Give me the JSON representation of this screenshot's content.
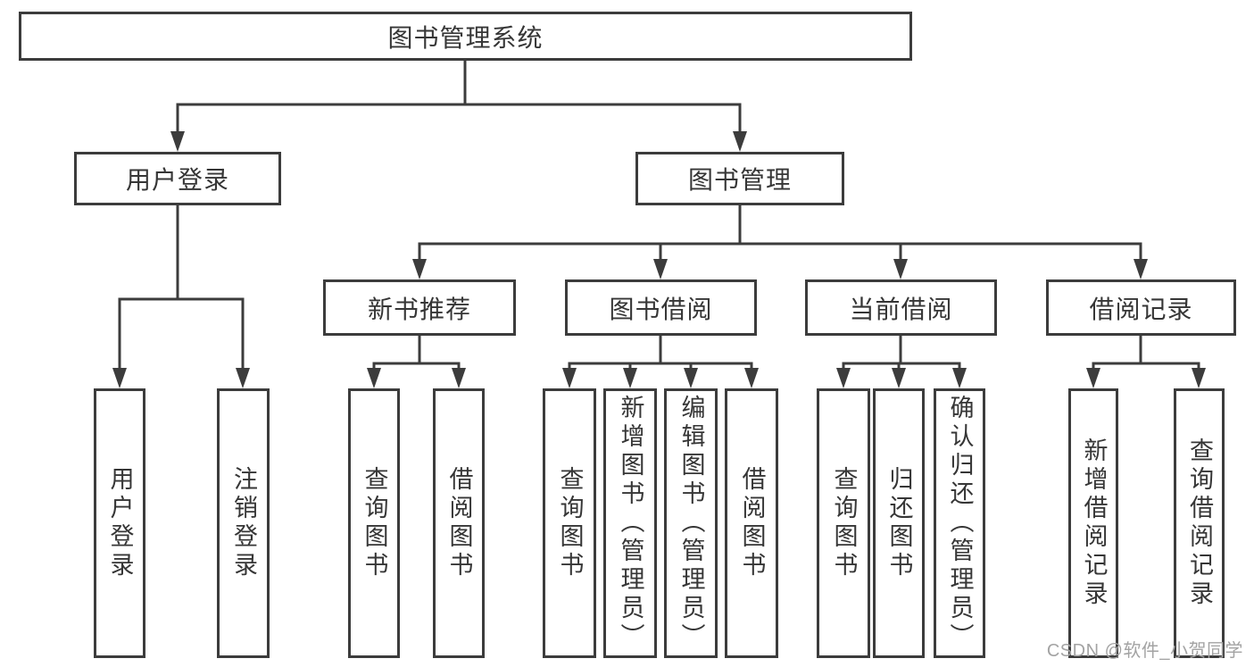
{
  "diagram_title": "图书管理系统",
  "watermark": "CSDN @软件_小贺同学",
  "colors": {
    "line": "#3c3c3c",
    "text": "#363636",
    "watermark": "#a3a3a3",
    "background": "#ffffff"
  },
  "tree": {
    "label": "图书管理系统",
    "children": [
      {
        "label": "用户登录",
        "children": [
          {
            "label": "用户登录"
          },
          {
            "label": "注销登录"
          }
        ]
      },
      {
        "label": "图书管理",
        "children": [
          {
            "label": "新书推荐",
            "children": [
              {
                "label": "查询图书"
              },
              {
                "label": "借阅图书"
              }
            ]
          },
          {
            "label": "图书借阅",
            "children": [
              {
                "label": "查询图书"
              },
              {
                "label": "新增图书（管理员）"
              },
              {
                "label": "编辑图书（管理员）"
              },
              {
                "label": "借阅图书"
              }
            ]
          },
          {
            "label": "当前借阅",
            "children": [
              {
                "label": "查询图书"
              },
              {
                "label": "归还图书"
              },
              {
                "label": "确认归还（管理员）"
              }
            ]
          },
          {
            "label": "借阅记录",
            "children": [
              {
                "label": "新增借阅记录"
              },
              {
                "label": "查询借阅记录"
              }
            ]
          }
        ]
      }
    ]
  }
}
